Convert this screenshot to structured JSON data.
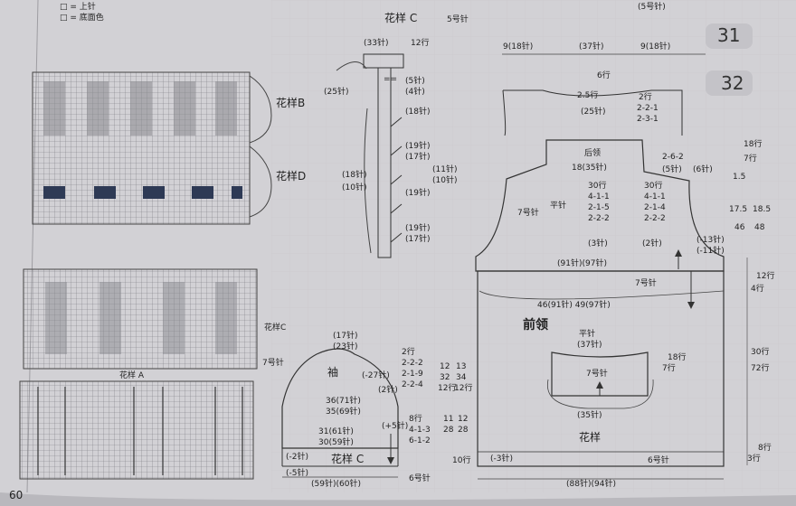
{
  "page_number": "60",
  "page_refs": [
    "31",
    "32"
  ],
  "legend": [
    "□ = 上针",
    "□ = 底面色"
  ],
  "top_note": "(5号针)",
  "chart_labels": {
    "pattern_b": "花样B",
    "pattern_d": "花样D",
    "pattern_c_top": "花样 C",
    "pattern_c_top_needle": "5号针",
    "pattern_c_mid": "花样C",
    "pattern_a": "花样 A"
  },
  "strip": {
    "labels": [
      "(33针)",
      "(5针)",
      "(4针)",
      "(18针)",
      "(19针)",
      "(17针)",
      "(11针)",
      "(10针)",
      "(19针)",
      "(19针)",
      "(17针)"
    ],
    "left_labels": [
      "(25针)",
      "(18针)",
      "(10针)"
    ],
    "right_top": "12行",
    "tick": "=="
  },
  "back": {
    "top_marks": [
      "9(18针)",
      "(37针)",
      "9(18针)"
    ],
    "neck_rows": "6行",
    "neck_small": "2.5行",
    "neck_sts": "(25针)",
    "neck_decrease": [
      "2行",
      "2-2-1",
      "2-3-1"
    ],
    "back_neck": "后领",
    "back_neck_sts": "18(35针)",
    "shoulder_decrease": [
      "2-6-2",
      "(5针)",
      "(6针)"
    ],
    "left_armhole": [
      "30行",
      "4-1-1",
      "2-1-5",
      "2-2-2"
    ],
    "right_armhole": [
      "30行",
      "4-1-1",
      "2-1-4",
      "2-2-2"
    ],
    "stitch_label": "平针",
    "needle_left": "7号针",
    "bottom_sts": [
      "(3针)",
      "(2针)"
    ],
    "body_sts": "(91针)(97针)",
    "right_measures": [
      "18行",
      "7行",
      "1.5",
      "17.5",
      "46",
      "18.5",
      "48",
      "(-13针)",
      "(-11针)"
    ]
  },
  "front": {
    "needle": "7号针",
    "width": "46(91针) 49(97针)",
    "neck_title": "前领",
    "neck_stitch": "平针",
    "neck_sts": "(37针)",
    "neck_needle": "7号针",
    "neck_rows": "18行",
    "neck_right": "7行",
    "neck_bottom": "(35针)",
    "pattern": "花样",
    "needle_bottom": "6号针",
    "left_dec": "(-3针)",
    "bottom_width": "(88针)(94针)",
    "right_measures": [
      "12行",
      "4行",
      "30行",
      "72行",
      "3行",
      "8行"
    ]
  },
  "sleeve": {
    "title": "袖",
    "top": "(17针)",
    "top2": "(23针)",
    "needle": "7号针",
    "side_marks": [
      "(-27针)",
      "(2针)"
    ],
    "cap_rows": [
      "2行",
      "2-2-2",
      "2-1-9",
      "2-2-4"
    ],
    "cap_cols": [
      "12",
      "32",
      "12行",
      "13",
      "34",
      "12行"
    ],
    "width1": "36(71针)",
    "width2": "35(69针)",
    "width3": "31(61针)",
    "width4": "30(59针)",
    "inc_note": "(+5针)",
    "inc_rows": [
      "8行",
      "4-1-3",
      "6-1-2"
    ],
    "inc_cols": [
      "11",
      "28",
      "12",
      "28"
    ],
    "cuff_pattern": "花样 C",
    "left_dec": "(-2针)",
    "left_dec2": "(-5针)",
    "bottom": "(59针)(60针)",
    "needle_bottom": "6号针",
    "cuff_rows": "10行"
  }
}
